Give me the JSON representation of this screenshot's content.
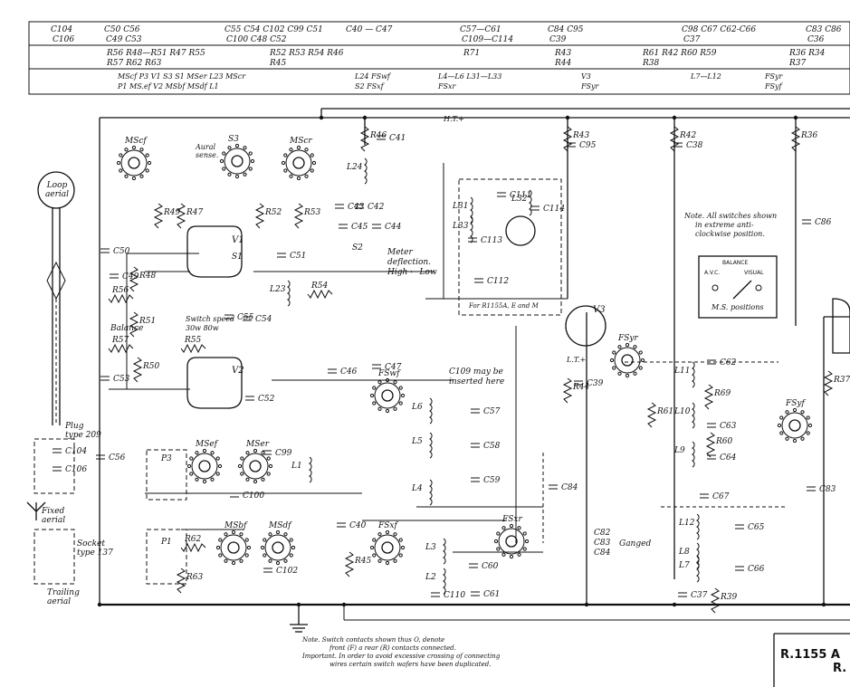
{
  "header": {
    "row1": [
      {
        "a": "C104",
        "b": "C106"
      },
      {
        "a": "C50  C56",
        "b": "C49  C53"
      },
      {
        "a": "C55 C54  C102 C99 C51",
        "b": "C100 C48  C52"
      },
      {
        "a": "C40 — C47",
        "b": ""
      },
      {
        "a": "C57—C61",
        "b": "C109—C114"
      },
      {
        "a": "C84  C95",
        "b": "C39"
      },
      {
        "a": "C98 C67  C62-C66",
        "b": "C37"
      },
      {
        "a": "C83 C86",
        "b": "C36"
      }
    ],
    "row2": [
      {
        "a": "R56 R48—R51  R47 R55",
        "b": "R57              R62 R63"
      },
      {
        "a": "R52        R53 R54   R46",
        "b": "                   R45"
      },
      {
        "a": "R71",
        "b": ""
      },
      {
        "a": "R43",
        "b": "R44"
      },
      {
        "a": "R61   R42   R60 R59",
        "b": "            R38"
      },
      {
        "a": "R36    R34",
        "b": "R37"
      }
    ],
    "row3": [
      {
        "a": "MScf  P3   V1 S3 S1 MSer L23  MScr",
        "b": "       P1  MS.ef V2 MSbf  MSdf   L1"
      },
      {
        "a": "L24 FSwf",
        "b": "S2  FSxf"
      },
      {
        "a": "L4—L6   L31—L33",
        "b": "         FSxr"
      },
      {
        "a": "V3",
        "b": "FSyr"
      },
      {
        "a": "L7—L12",
        "b": ""
      },
      {
        "a": "FSyr",
        "b": "FSyf"
      }
    ]
  },
  "labels": {
    "loop_aerial": [
      "Loop",
      "aerial"
    ],
    "plug": [
      "Plug",
      "type 209"
    ],
    "fixed_aerial": [
      "Fixed",
      "aerial"
    ],
    "socket": [
      "Socket",
      "type 137"
    ],
    "trailing_aerial": [
      "Trailing",
      "aerial"
    ],
    "meter": [
      "Meter",
      "deflection.",
      "High ← Low"
    ],
    "aural": [
      "Aural",
      "sense."
    ],
    "switch_speed": [
      "Switch speed",
      "30w    80w"
    ],
    "balance": "Balance",
    "c109_note": [
      "C109 may be",
      "inserted here"
    ],
    "ganged": [
      "C82",
      "C83",
      "C84"
    ],
    "ganged_label": "Ganged",
    "for_r1155": "For R1155A, E and M",
    "ht_plus": "H.T.+",
    "lt_plus": "L.T.+",
    "note_switches": [
      "Note. All switches shown",
      "in extreme anti-",
      "clockwise position."
    ],
    "balance_panel": {
      "title": "BALANCE",
      "avc": "A.V.C.",
      "visual": "VISUAL",
      "caption": "M.S. positions"
    },
    "bottom_note": [
      "Note. Switch contacts shown thus O, denote",
      "front (F) a rear (R) contacts connected.",
      "Important. In order to avoid excessive crossing of connecting",
      "wires certain switch wafers have been duplicated."
    ],
    "title_block": [
      "R.1155  A",
      "R."
    ]
  },
  "components": {
    "resistors": [
      "R46",
      "R43",
      "R42",
      "R36",
      "R49",
      "R47",
      "R52",
      "R53",
      "R48",
      "R56",
      "R51",
      "R57",
      "R50",
      "R55",
      "R54",
      "R45",
      "R62",
      "R63",
      "R61",
      "R44",
      "R69",
      "R60",
      "R39",
      "R37"
    ],
    "capacitors": [
      "C41",
      "C95",
      "C38",
      "C50",
      "C49",
      "C51",
      "C45",
      "C44",
      "C43",
      "C42",
      "C53",
      "C52",
      "C46",
      "C47",
      "C56",
      "C99",
      "C100",
      "C102",
      "C40",
      "C57",
      "C58",
      "C59",
      "C60",
      "C61",
      "C110",
      "C84",
      "C39",
      "C62",
      "C63",
      "C64",
      "C65",
      "C66",
      "C67",
      "C37",
      "C83",
      "C86",
      "C104",
      "C106",
      "C55",
      "C54",
      "C111",
      "C112",
      "C113",
      "C114"
    ],
    "inductors": [
      "L24",
      "L23",
      "L1",
      "L6",
      "L5",
      "L4",
      "L3",
      "L2",
      "L11",
      "L10",
      "L9",
      "L12",
      "L8",
      "L7",
      "L31",
      "L32",
      "L33"
    ],
    "valves": [
      "V1",
      "V2",
      "V3"
    ],
    "switches": [
      "S1",
      "S2",
      "S3",
      "MScf",
      "MScr",
      "MSef",
      "MSer",
      "MSbf",
      "MSdf",
      "FSwf",
      "FSxf",
      "FSxr",
      "FSyr",
      "FSyf",
      "P1",
      "P3"
    ]
  }
}
